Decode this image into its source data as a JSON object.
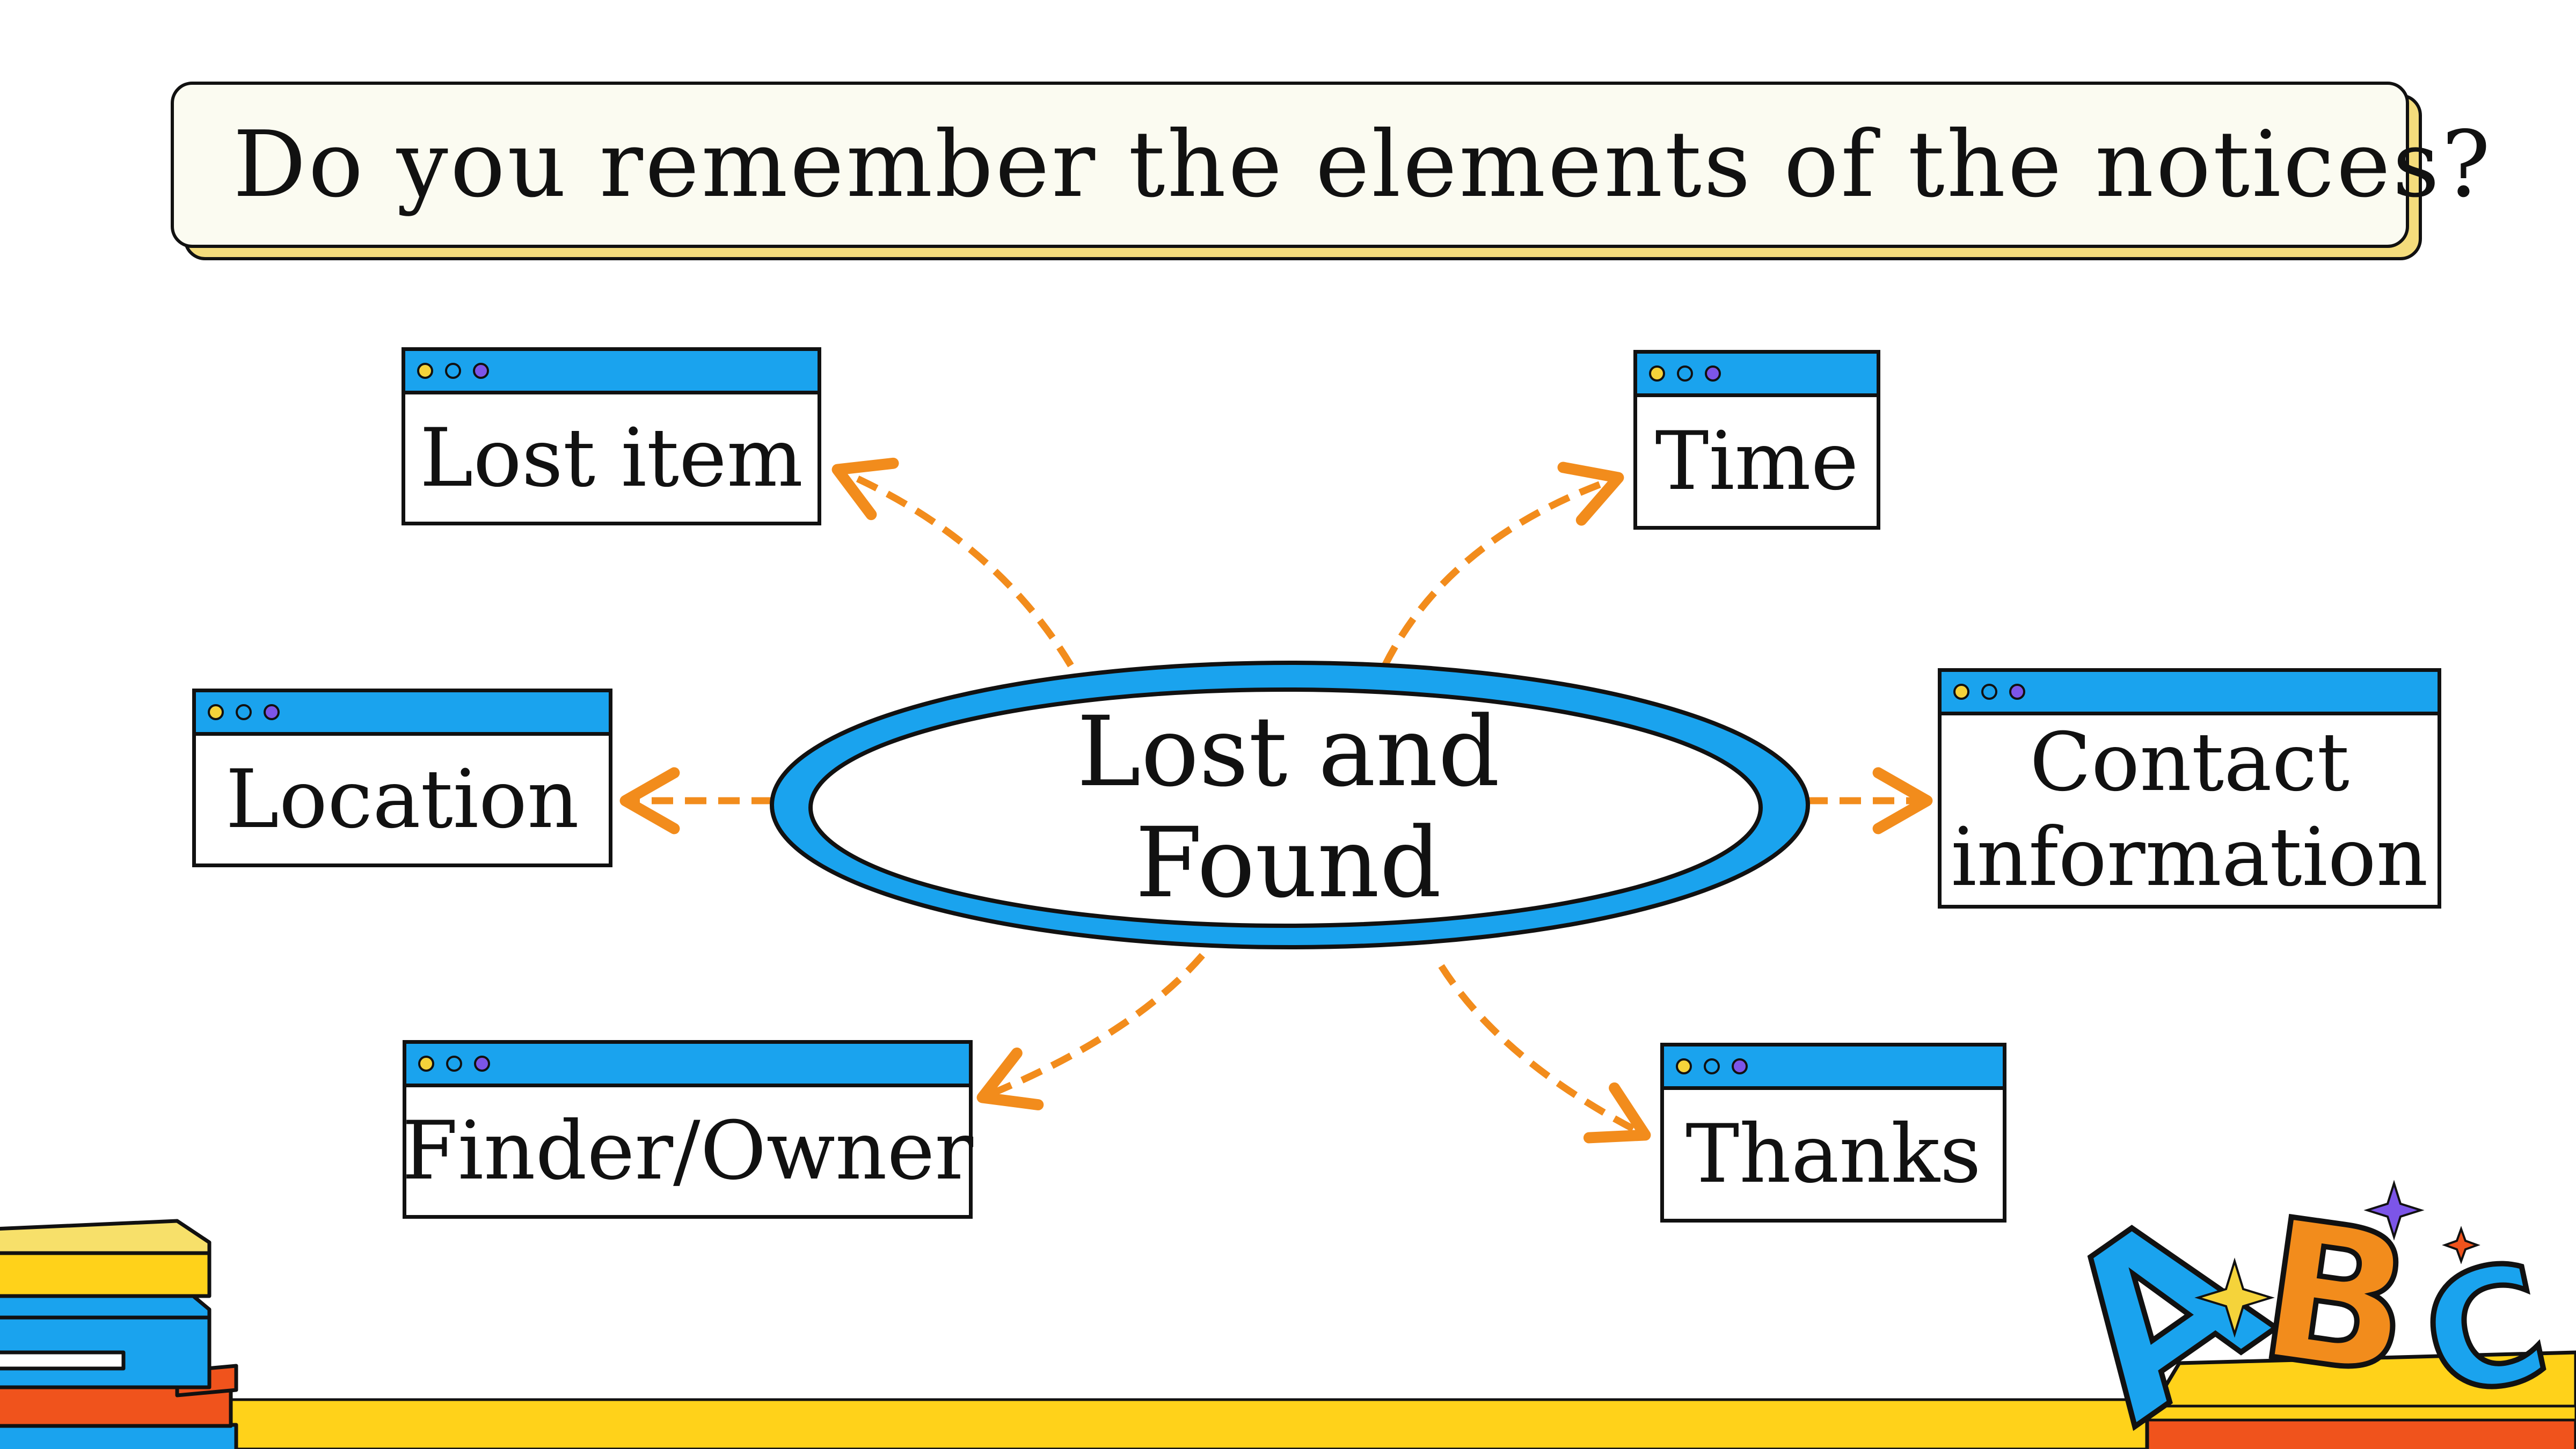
{
  "title": "Do you remember the elements of the notices?",
  "center": {
    "label": "Lost and Found"
  },
  "nodes": {
    "lost_item": "Lost item",
    "time": "Time",
    "location": "Location",
    "contact": "Contact information",
    "finder_owner": "Finder/Owner",
    "thanks": "Thanks"
  },
  "decor": {
    "letters": [
      "A",
      "B",
      "C"
    ]
  },
  "colors": {
    "accent_blue": "#1aa3ee",
    "arrow_orange": "#f28c1c",
    "title_shadow": "#f4dc7c",
    "floor_yellow": "#ffd21a",
    "decor_red": "#f0531c",
    "dot_yellow": "#f5d33a",
    "dot_purple": "#7c55e8"
  }
}
